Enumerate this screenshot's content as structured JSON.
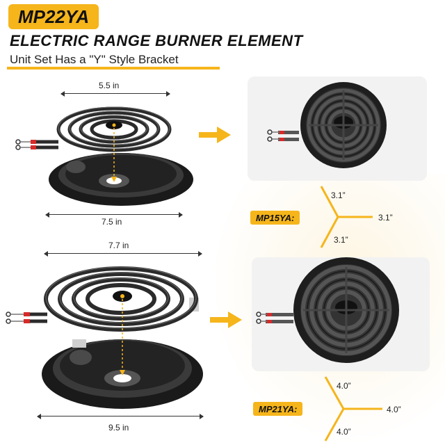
{
  "header": {
    "model": "MP22YA",
    "title": "ELECTRIC RANGE BURNER ELEMENT",
    "subtitle": "Unit Set Has a \"Y\" Style Bracket"
  },
  "small_unit": {
    "coil_width": "5.5 in",
    "pan_width": "7.5 in"
  },
  "large_unit": {
    "coil_width": "7.7 in",
    "pan_width": "9.5 in"
  },
  "mp15ya": {
    "label": "MP15YA:",
    "arm_top": "3.1”",
    "arm_right": "3.1”",
    "arm_bottom": "3.1”"
  },
  "mp21ya": {
    "label": "MP21YA:",
    "arm_top": "4.0”",
    "arm_right": "4.0”",
    "arm_bottom": "4.0”"
  },
  "colors": {
    "accent": "#f5b51b",
    "element": "#2a2a2a",
    "background": "#ffffff"
  },
  "icons": [
    "arrow-right-icon",
    "arrow-right-icon",
    "y-bracket-icon",
    "y-bracket-icon"
  ]
}
